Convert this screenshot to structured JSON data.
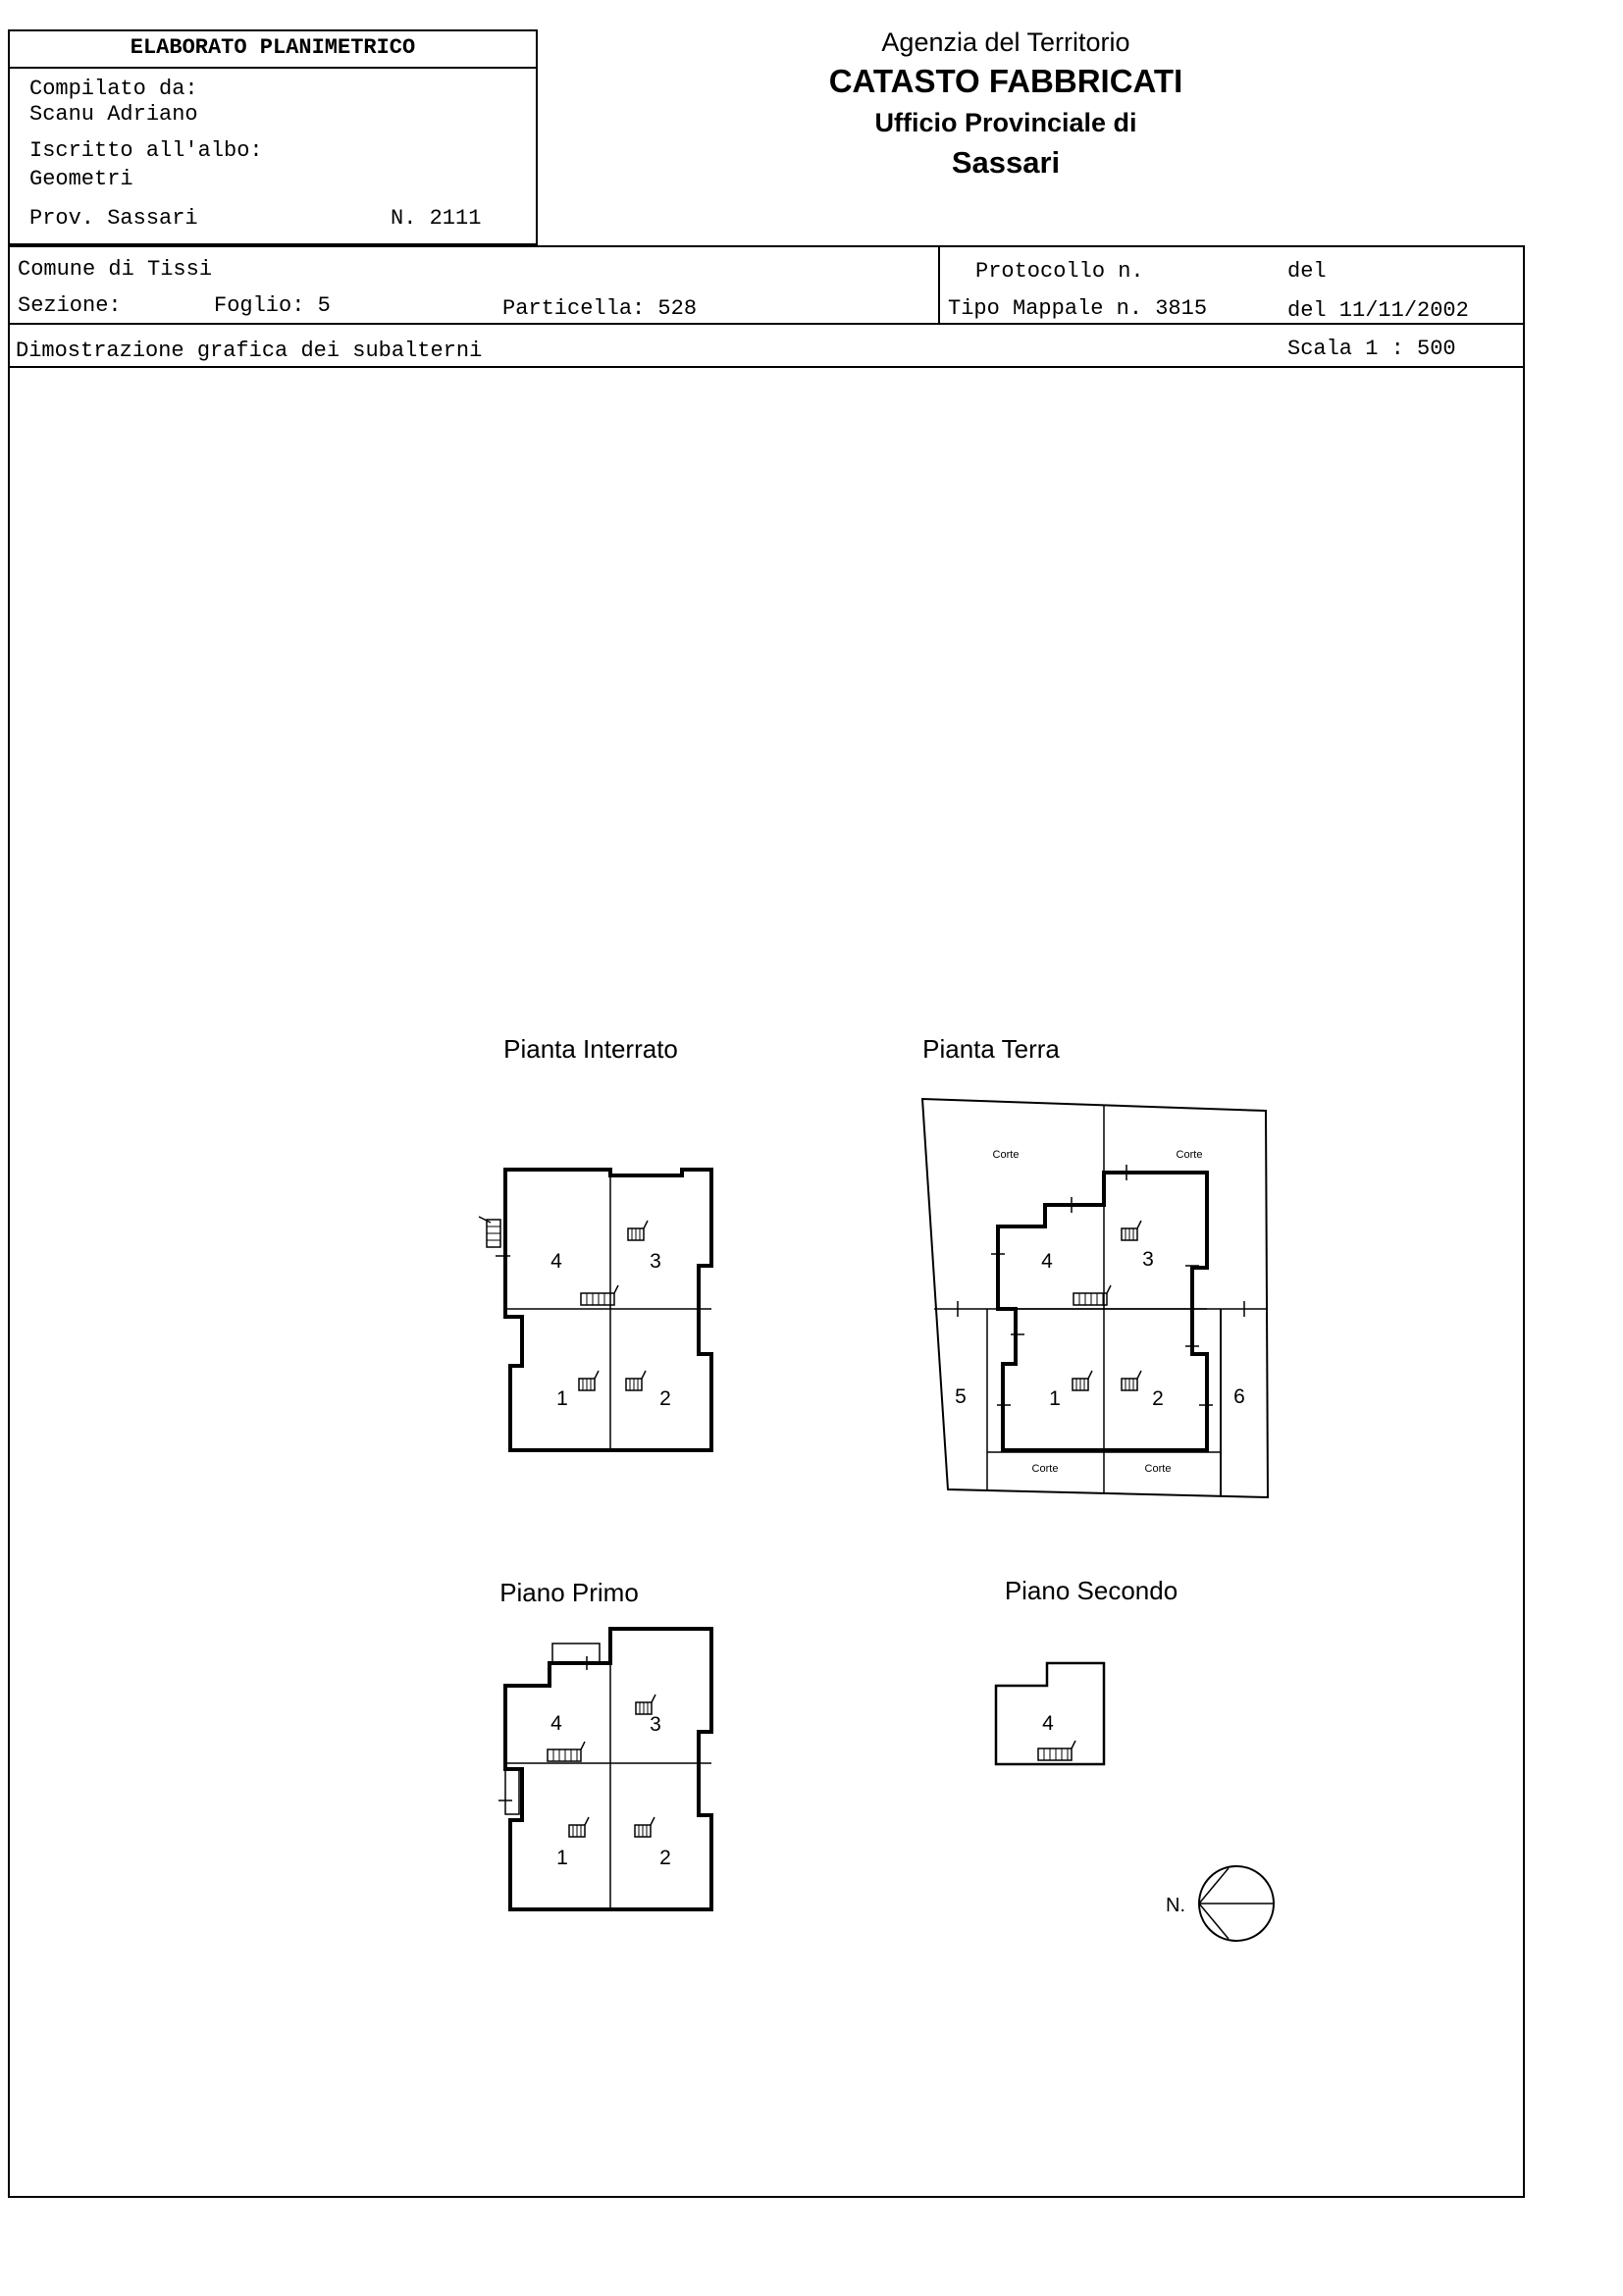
{
  "elaborato": {
    "title": "ELABORATO PLANIMETRICO",
    "compilato_label": "Compilato da:",
    "compilato_name": "Scanu Adriano",
    "iscritto_label": "Iscritto all'albo:",
    "iscritto_value": "Geometri",
    "prov": "Prov. Sassari",
    "numero": "N.  2111"
  },
  "agency": {
    "line1": "Agenzia del Territorio",
    "line2": "CATASTO FABBRICATI",
    "line3": "Ufficio Provinciale di",
    "line4": "Sassari"
  },
  "info": {
    "comune": "Comune di Tissi",
    "sezione": "Sezione:",
    "foglio": "Foglio: 5",
    "particella": "Particella: 528",
    "protocollo": "Protocollo n.",
    "del1": "del",
    "tipo_mappale": "Tipo Mappale n. 3815",
    "del2": "del 11/11/2002",
    "dimostrazione": "Dimostrazione grafica dei subalterni",
    "scala": "Scala 1 : 500"
  },
  "plans": {
    "interrato": {
      "title": "Pianta Interrato",
      "units": [
        "4",
        "3",
        "1",
        "2"
      ]
    },
    "terra": {
      "title": "Pianta Terra",
      "units": [
        "4",
        "3",
        "1",
        "2",
        "5",
        "6"
      ],
      "corte": "Corte"
    },
    "primo": {
      "title": "Piano Primo",
      "units": [
        "4",
        "3",
        "1",
        "2"
      ]
    },
    "secondo": {
      "title": "Piano Secondo",
      "units": [
        "4"
      ]
    }
  },
  "north": "N."
}
